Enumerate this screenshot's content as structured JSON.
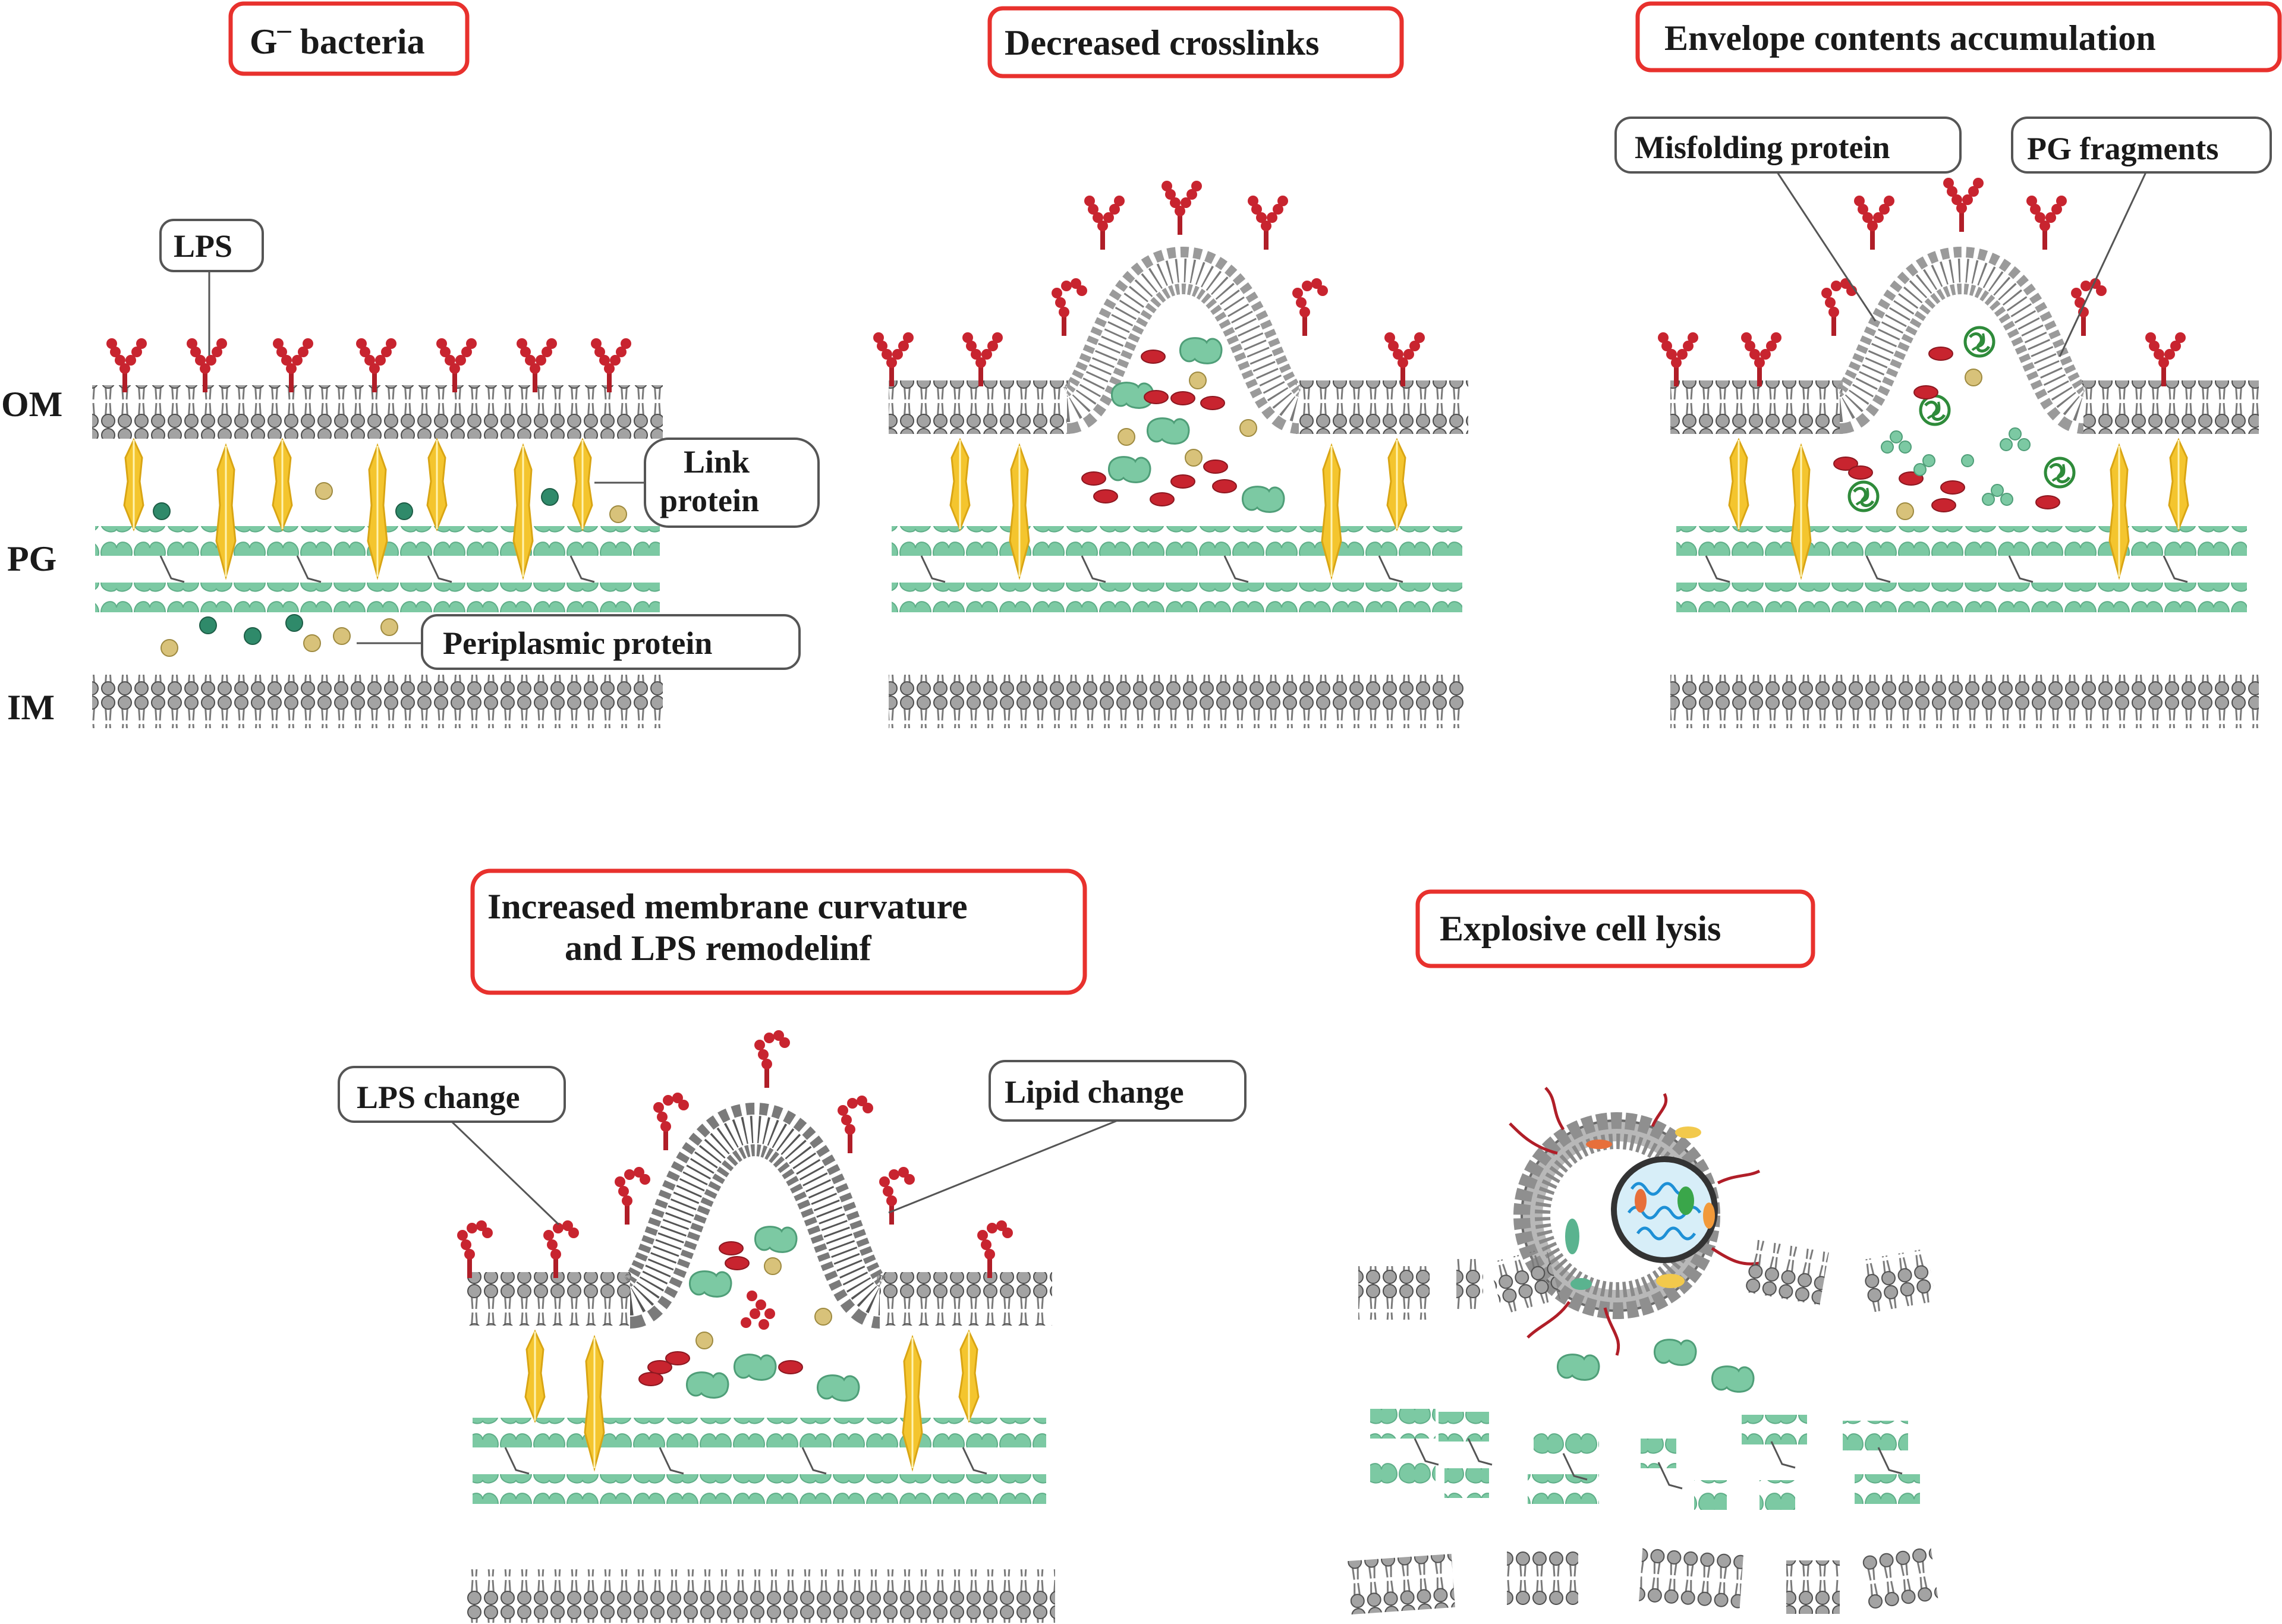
{
  "panels": {
    "p1": {
      "title_main": "G",
      "title_sup": "‒",
      "title_rest": " bacteria",
      "labels": {
        "om": "OM",
        "pg": "PG",
        "im": "IM",
        "lps": "LPS",
        "link_1": "Link",
        "link_2": "protein",
        "periplasmic": "Periplasmic protein"
      }
    },
    "p2": {
      "title": "Decreased crosslinks"
    },
    "p3": {
      "title": "Envelope contents accumulation",
      "labels": {
        "misfolding": "Misfolding protein",
        "pg_fragments": "PG fragments"
      }
    },
    "p4": {
      "title_1": "Increased membrane curvature",
      "title_2": "and LPS remodelinf",
      "labels": {
        "lps_change": "LPS change",
        "lipid_change": "Lipid change"
      }
    },
    "p5": {
      "title": "Explosive cell lysis"
    }
  },
  "colors": {
    "title_border": "#e8312d",
    "label_border": "#555555",
    "lps": "#c8242f",
    "pg": "#7cc9a3",
    "link_protein": "#f4c52e",
    "lipid_head": "#9a9a9a",
    "lipid_tail": "#6a6a6a",
    "misfolding": "#2e8b3a",
    "dna": "#1e90d6"
  }
}
